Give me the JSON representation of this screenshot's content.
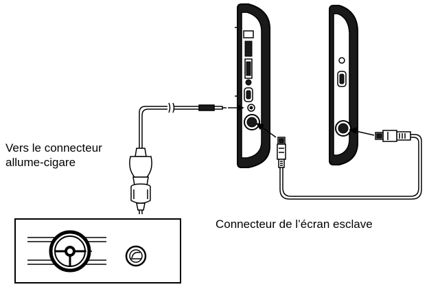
{
  "labels": {
    "cigarette_connector_line1": "Vers le connecteur",
    "cigarette_connector_line2": "allume-cigare",
    "slave_screen_connector": "Connecteur de l’écran esclave"
  },
  "colors": {
    "line": "#000000",
    "fill_dark": "#1a1a1a",
    "background": "#ffffff"
  },
  "icons": [
    "main-screen-device",
    "slave-screen-device",
    "car-adapter-plug",
    "steering-wheel-icon",
    "cigarette-lighter-socket-icon",
    "usb-connector-icon",
    "down-arrow-icon"
  ]
}
